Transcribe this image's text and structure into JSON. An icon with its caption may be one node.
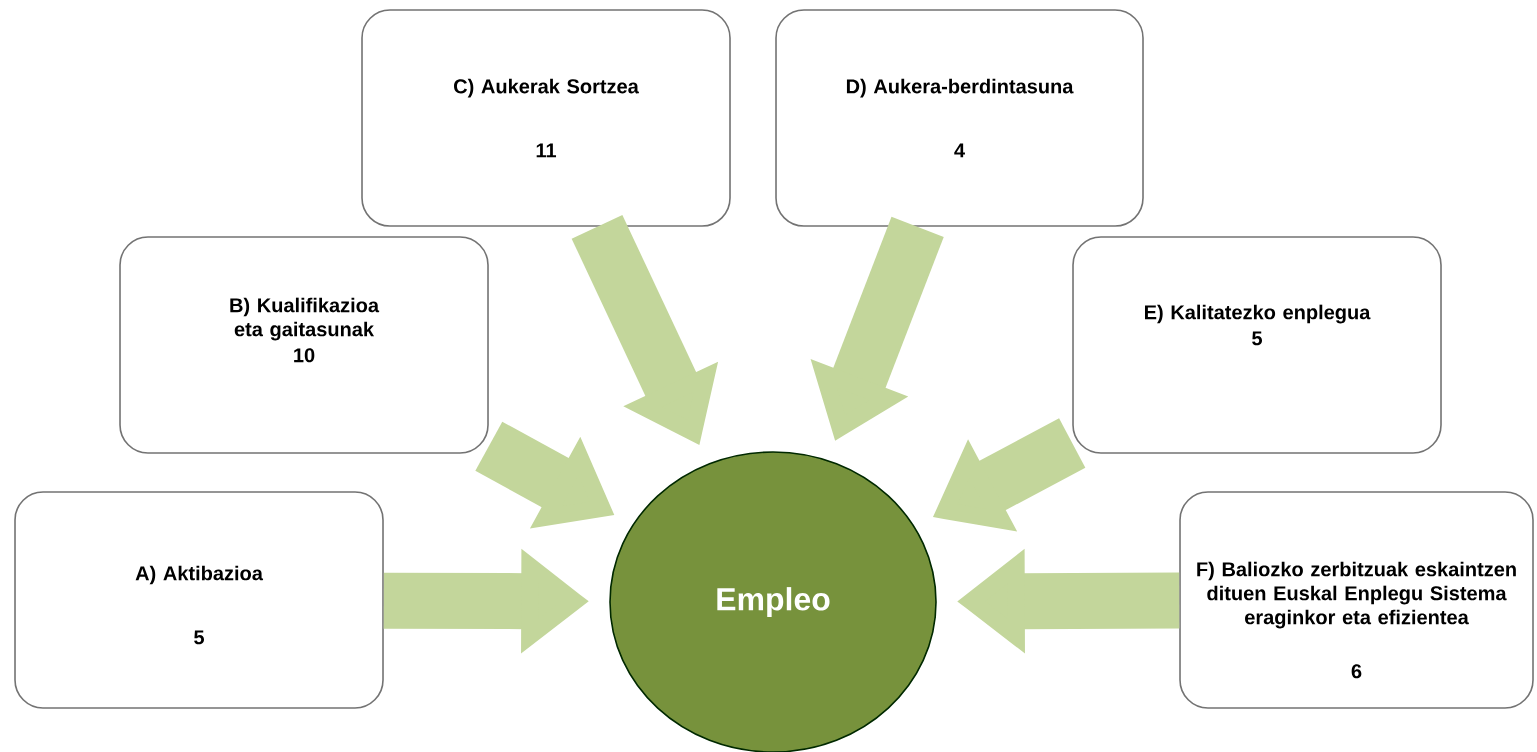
{
  "diagram": {
    "nodes": [
      {
        "text": [
          "A) Aktibazioa",
          "5"
        ]
      },
      {
        "text": [
          "B) Kualifikazioa eta gaitasunak",
          "10"
        ]
      },
      {
        "text": [
          "C) Aukerak Sortzea",
          "11"
        ]
      },
      {
        "text": [
          "D) Aukera-berdintasuna",
          "4"
        ]
      },
      {
        "text": [
          "E) Kalitatezko enplegua",
          "5"
        ]
      },
      {
        "text": [
          "F) Baliozko zerbitzuak eskaintzen dituen Euskal Enplegu Sistema eraginkor eta efizientea",
          "6"
        ]
      },
      {
        "text": [
          "Empleo"
        ]
      }
    ],
    "edges": [
      {
        "from": 0,
        "to": 6,
        "arrow": "to"
      },
      {
        "from": 1,
        "to": 6,
        "arrow": "to"
      },
      {
        "from": 2,
        "to": 6,
        "arrow": "to"
      },
      {
        "from": 3,
        "to": 6,
        "arrow": "to"
      },
      {
        "from": 4,
        "to": 6,
        "arrow": "to"
      },
      {
        "from": 5,
        "to": 6,
        "arrow": "to"
      }
    ]
  }
}
